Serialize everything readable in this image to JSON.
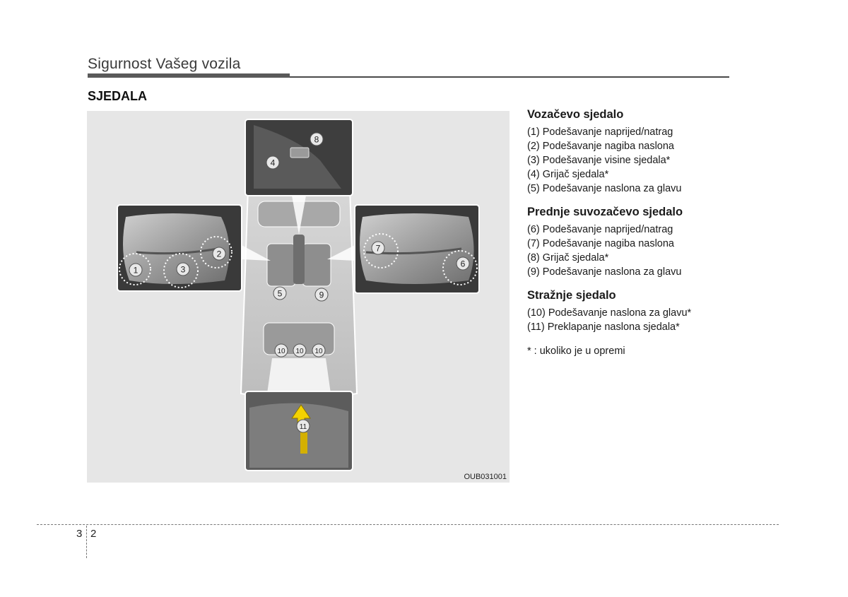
{
  "header": {
    "section_title": "Sigurnost Vašeg vozila",
    "chapter_heading": "SJEDALA"
  },
  "figure": {
    "code": "OUB031001",
    "callouts": [
      "1",
      "2",
      "3",
      "4",
      "5",
      "6",
      "7",
      "8",
      "9",
      "10",
      "10",
      "10",
      "11"
    ]
  },
  "legend": {
    "driver": {
      "heading": "Vozačevo sjedalo",
      "items": [
        "(1) Podešavanje naprijed/natrag",
        "(2) Podešavanje nagiba naslona",
        "(3) Podešavanje visine sjedala*",
        "(4) Grijač sjedala*",
        "(5) Podešavanje naslona za glavu"
      ]
    },
    "passenger": {
      "heading": "Prednje suvozačevo sjedalo",
      "items": [
        "(6) Podešavanje naprijed/natrag",
        "(7) Podešavanje nagiba naslona",
        "(8) Grijač sjedala*",
        "(9) Podešavanje naslona za glavu"
      ]
    },
    "rear": {
      "heading": "Stražnje sjedalo",
      "items": [
        "(10) Podešavanje naslona za glavu*",
        "(11) Preklapanje naslona sjedala*"
      ]
    },
    "footnote": "* : ukoliko je u opremi"
  },
  "footer": {
    "chapter": "3",
    "page": "2"
  },
  "colors": {
    "figure_bg": "#e6e6e6",
    "arrow": "#f3d200",
    "rule": "#4a4a4a"
  }
}
